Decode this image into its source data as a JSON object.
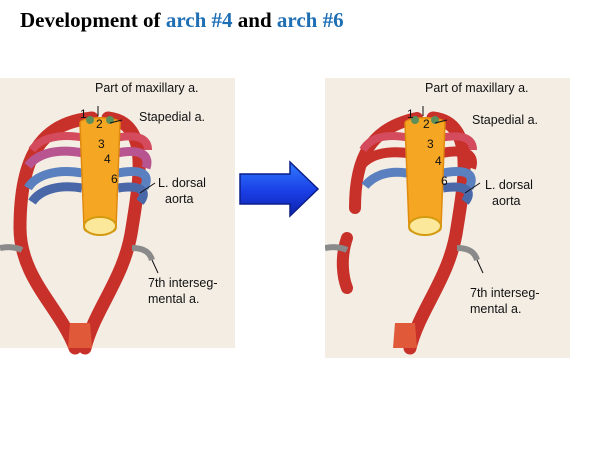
{
  "title": {
    "prefix": "Development of ",
    "accent1": "arch #4",
    "middle": " and ",
    "accent2": "arch #6",
    "accent_color": "#1f6fb5"
  },
  "panels": [
    {
      "id": "before",
      "labels": {
        "maxillary": "Part of maxillary a.",
        "stapedial": "Stapedial a.",
        "dorsal_aorta_line1": "L. dorsal",
        "dorsal_aorta_line2": "aorta",
        "intersegmental_line1": "7th interseg-",
        "intersegmental_line2": "mental a."
      },
      "arch_numbers": [
        "1",
        "2",
        "3",
        "4",
        "6"
      ]
    },
    {
      "id": "after",
      "labels": {
        "maxillary": "Part of maxillary a.",
        "stapedial": "Stapedial a.",
        "dorsal_aorta_line1": "L. dorsal",
        "dorsal_aorta_line2": "aorta",
        "intersegmental_line1": "7th interseg-",
        "intersegmental_line2": "mental a."
      },
      "arch_numbers": [
        "1",
        "2",
        "3",
        "4",
        "6"
      ]
    }
  ],
  "colors": {
    "artery_red": "#d63a2c",
    "aortic_sac_orange": "#f5a623",
    "arch_blue": "#5b7fb8",
    "arch_magenta": "#c0508a",
    "transition_arrow": "#1a3ee6"
  }
}
